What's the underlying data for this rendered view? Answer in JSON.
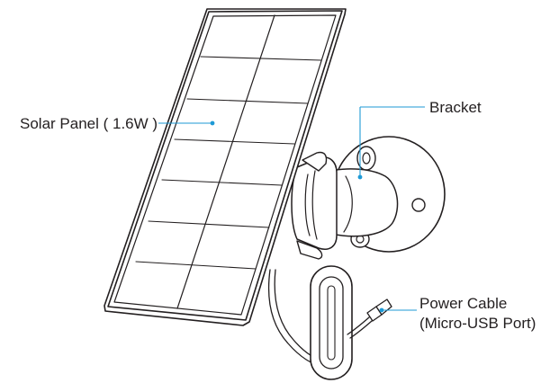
{
  "labels": {
    "solar_panel": "Solar Panel ( 1.6W )",
    "bracket": "Bracket",
    "power_cable_line1": "Power Cable",
    "power_cable_line2": "(Micro-USB Port)"
  },
  "colors": {
    "line": "#231f20",
    "leader": "#1e9ad6",
    "background": "#ffffff"
  }
}
